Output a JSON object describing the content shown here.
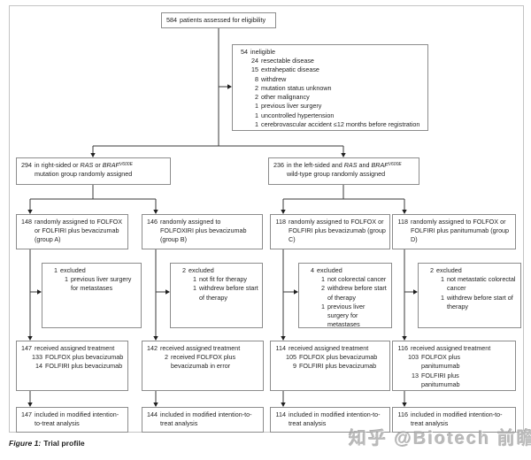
{
  "figure": {
    "caption_label": "Figure 1:",
    "caption_text": "Trial profile",
    "watermark": "知乎 @Biotech 前瞻"
  },
  "colors": {
    "box_border": "#8c8c8c",
    "frame_border": "#c4c4c4",
    "connector": "#3a3a3a",
    "text": "#1f1f1f",
    "watermark": "#ababab"
  },
  "top_box": {
    "lines": [
      {
        "num": "584",
        "text": "patients assessed for eligibility",
        "ind": 0
      }
    ]
  },
  "ineligible_box": {
    "lines": [
      {
        "num": "54",
        "text": "ineligible",
        "ind": 0
      },
      {
        "num": "24",
        "text": "resectable disease",
        "ind": 1
      },
      {
        "num": "15",
        "text": "extrahepatic disease",
        "ind": 1
      },
      {
        "num": "8",
        "text": "withdrew",
        "ind": 1
      },
      {
        "num": "2",
        "text": "mutation status unknown",
        "ind": 1
      },
      {
        "num": "2",
        "text": "other malignancy",
        "ind": 1
      },
      {
        "num": "1",
        "text": "previous liver surgery",
        "ind": 1
      },
      {
        "num": "1",
        "text": "uncontrolled hypertension",
        "ind": 1
      },
      {
        "num": "1",
        "text": "cerebrovascular accident ≤12 months before registration",
        "ind": 1
      }
    ]
  },
  "arm_right_sided": {
    "lines": [
      {
        "num": "294",
        "ind": 0,
        "seg": [
          {
            "t": "in right-sided or "
          },
          {
            "t": "RAS",
            "i": true
          },
          {
            "t": " or "
          },
          {
            "t": "BRAF",
            "i": true
          },
          {
            "t": "V600E",
            "i": true,
            "sup": true
          },
          {
            "t": "\nmutation group randomly assigned"
          }
        ]
      }
    ]
  },
  "arm_left_sided": {
    "lines": [
      {
        "num": "236",
        "ind": 0,
        "seg": [
          {
            "t": "in the left-sided and "
          },
          {
            "t": "RAS",
            "i": true
          },
          {
            "t": " and "
          },
          {
            "t": "BRAF",
            "i": true
          },
          {
            "t": "V600E",
            "i": true,
            "sup": true
          },
          {
            "t": "\nwild-type group randomly assigned"
          }
        ]
      }
    ]
  },
  "columns": {
    "a": {
      "assigned": {
        "lines": [
          {
            "num": "148",
            "text": "randomly assigned to FOLFOX or FOLFIRI plus bevacizumab (group A)",
            "ind": 0
          }
        ]
      },
      "excluded": {
        "lines": [
          {
            "num": "1",
            "text": "excluded",
            "ind": 0
          },
          {
            "num": "1",
            "text": "previous liver surgery for metastases",
            "ind": 1
          }
        ]
      },
      "treated": {
        "lines": [
          {
            "num": "147",
            "text": "received assigned treatment",
            "ind": 0
          },
          {
            "num": "133",
            "text": "FOLFOX plus bevacizumab",
            "ind": 1
          },
          {
            "num": "14",
            "text": "FOLFIRI plus bevacizumab",
            "ind": 1
          }
        ]
      },
      "itt": {
        "lines": [
          {
            "num": "147",
            "text": "included in modified intention-to-treat analysis",
            "ind": 0
          }
        ]
      }
    },
    "b": {
      "assigned": {
        "lines": [
          {
            "num": "146",
            "text": "randomly assigned to\nFOLFOXIRI plus bevacizumab\n(group B)",
            "ind": 0
          }
        ]
      },
      "excluded": {
        "lines": [
          {
            "num": "2",
            "text": "excluded",
            "ind": 0
          },
          {
            "num": "1",
            "text": "not fit for therapy",
            "ind": 1
          },
          {
            "num": "1",
            "text": "withdrew before start of therapy",
            "ind": 1
          }
        ]
      },
      "treated": {
        "lines": [
          {
            "num": "142",
            "text": "received assigned treatment",
            "ind": 0
          },
          {
            "num": "2",
            "text": "received FOLFOX plus bevacizumab in error",
            "ind": 1
          }
        ]
      },
      "itt": {
        "lines": [
          {
            "num": "144",
            "text": "included in modified intention-to-treat analysis",
            "ind": 0
          }
        ]
      }
    },
    "c": {
      "assigned": {
        "lines": [
          {
            "num": "118",
            "text": "randomly assigned to FOLFOX or FOLFIRI plus bevacizumab (group C)",
            "ind": 0
          }
        ]
      },
      "excluded": {
        "lines": [
          {
            "num": "4",
            "text": "excluded",
            "ind": 0
          },
          {
            "num": "1",
            "text": "not colorectal cancer",
            "ind": 1
          },
          {
            "num": "2",
            "text": "withdrew before start of therapy",
            "ind": 1
          },
          {
            "num": "1",
            "text": "previous liver surgery for metastases",
            "ind": 1
          }
        ]
      },
      "treated": {
        "lines": [
          {
            "num": "114",
            "text": "received assigned treatment",
            "ind": 0
          },
          {
            "num": "105",
            "text": "FOLFOX plus bevacizumab",
            "ind": 1
          },
          {
            "num": "9",
            "text": "FOLFIRI plus bevacizumab",
            "ind": 1
          }
        ]
      },
      "itt": {
        "lines": [
          {
            "num": "114",
            "text": "included in modified intention-to-treat analysis",
            "ind": 0
          }
        ]
      }
    },
    "d": {
      "assigned": {
        "lines": [
          {
            "num": "118",
            "text": "randomly assigned to FOLFOX or FOLFIRI plus panitumumab (group D)",
            "ind": 0
          }
        ]
      },
      "excluded": {
        "lines": [
          {
            "num": "2",
            "text": "excluded",
            "ind": 0
          },
          {
            "num": "1",
            "text": "not metastatic colorectal cancer",
            "ind": 1
          },
          {
            "num": "1",
            "text": "withdrew before start of therapy",
            "ind": 1
          }
        ]
      },
      "treated": {
        "lines": [
          {
            "num": "116",
            "text": "received assigned treatment",
            "ind": 0
          },
          {
            "num": "103",
            "text": "FOLFOX plus\npanitumumab",
            "ind": 1
          },
          {
            "num": "13",
            "text": "FOLFIRI plus\npanitumumab",
            "ind": 1
          }
        ]
      },
      "itt": {
        "lines": [
          {
            "num": "116",
            "text": "included in modified intention-to-treat analysis",
            "ind": 0
          }
        ]
      }
    }
  }
}
